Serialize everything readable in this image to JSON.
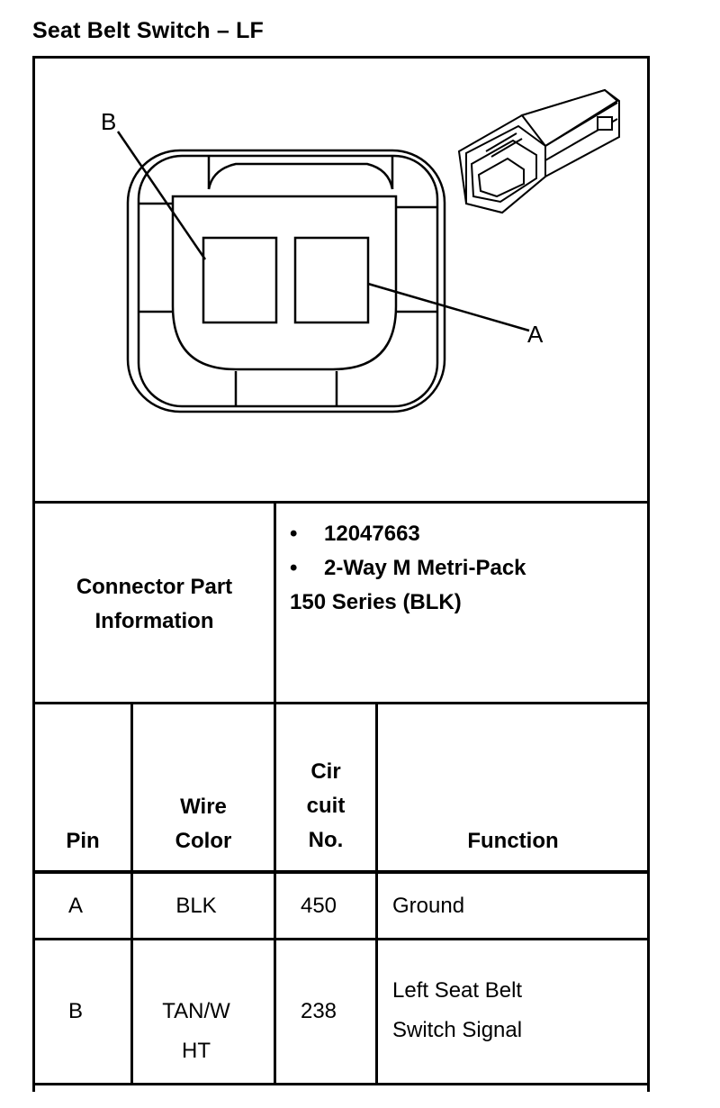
{
  "title": "Seat Belt Switch – LF",
  "diagram": {
    "label_b": "B",
    "label_a": "A"
  },
  "connector_info": {
    "label_line1": "Connector Part",
    "label_line2": "Information",
    "bullet": "•",
    "part_number": "12047663",
    "description_line1": "2-Way M Metri-Pack",
    "description_line2": "150 Series (BLK)"
  },
  "table": {
    "headers": {
      "pin": "Pin",
      "wire_color_line1": "Wire",
      "wire_color_line2": "Color",
      "circuit_line1": "Cir",
      "circuit_line2": "cuit",
      "circuit_line3": "No.",
      "function": "Function"
    },
    "rows": [
      {
        "pin": "A",
        "wire_color": "BLK",
        "circuit": "450",
        "function_line1": "Ground"
      },
      {
        "pin": "B",
        "wire_color_line1": "TAN/W",
        "wire_color_line2": "HT",
        "circuit": "238",
        "function_line1": "Left Seat Belt",
        "function_line2": "Switch Signal"
      }
    ]
  }
}
